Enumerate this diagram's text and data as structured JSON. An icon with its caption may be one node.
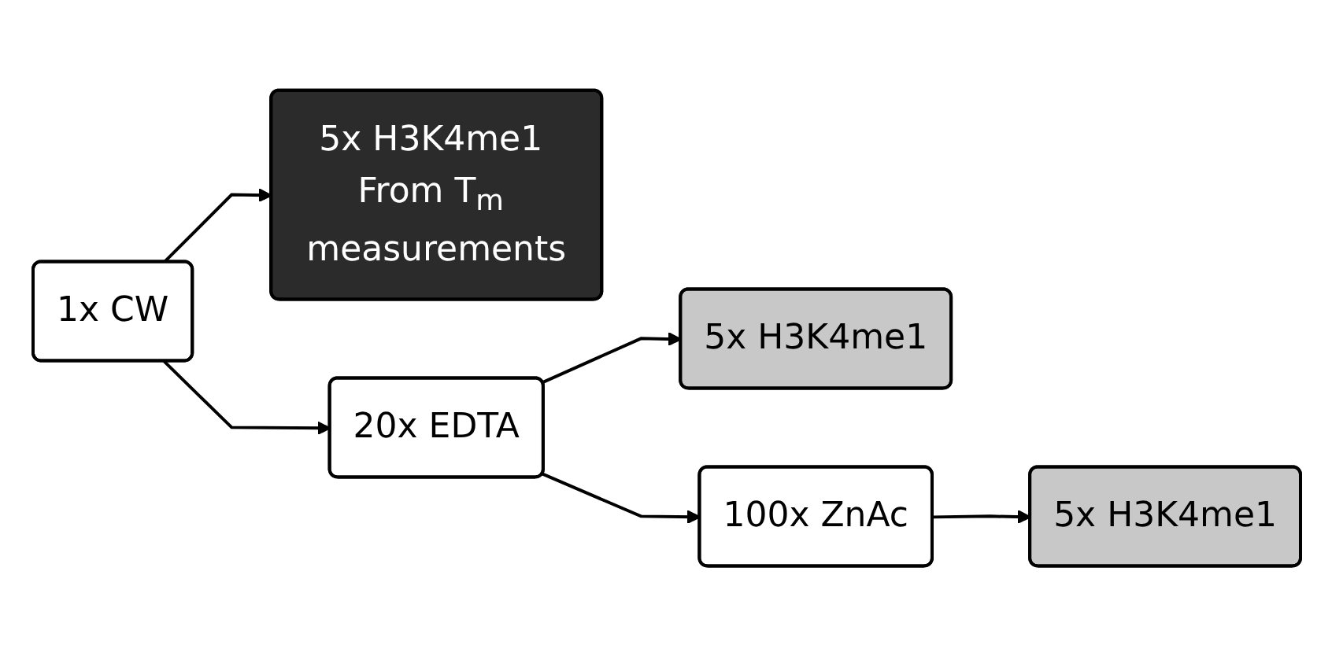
{
  "diagram": {
    "nodes": [
      {
        "text": [
          "1x CW"
        ]
      },
      {
        "text": [
          "5x H3K4me1 From T$_{m}$ measurements"
        ]
      },
      {
        "text": [
          "20x EDTA"
        ]
      },
      {
        "text": [
          "5x H3K4me1"
        ]
      },
      {
        "text": [
          "100x ZnAc"
        ]
      },
      {
        "text": [
          "5x H3K4me1"
        ]
      }
    ],
    "edges": [
      {
        "from": 0,
        "to": 1,
        "arrow": "to"
      },
      {
        "from": 0,
        "to": 2,
        "arrow": "to"
      },
      {
        "from": 2,
        "to": 3,
        "arrow": "to"
      },
      {
        "from": 2,
        "to": 4,
        "arrow": "to"
      },
      {
        "from": 4,
        "to": 5,
        "arrow": "to"
      }
    ]
  }
}
